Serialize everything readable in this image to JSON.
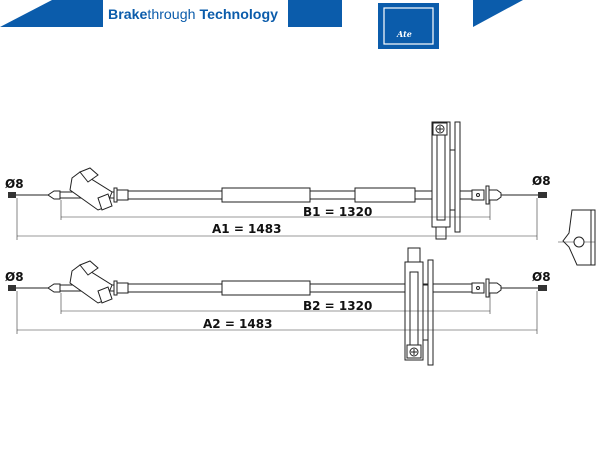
{
  "header": {
    "brand_bold_1": "Brake",
    "brand_light": "through",
    "brand_bold_2": "Technology",
    "logo_text": "Ate",
    "brand_color": "#0b5cab"
  },
  "cable1": {
    "left_diameter": "Ø8",
    "right_diameter": "Ø8",
    "dim_b": "B1 = 1320",
    "dim_a": "A1 = 1483"
  },
  "cable2": {
    "left_diameter": "Ø8",
    "right_diameter": "Ø8",
    "dim_b": "B2 = 1320",
    "dim_a": "A2 = 1483"
  }
}
